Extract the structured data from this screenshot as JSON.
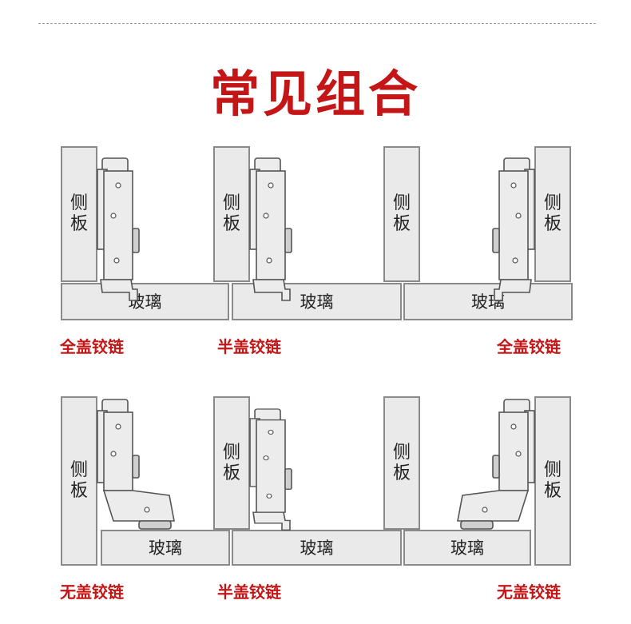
{
  "title": "常见组合",
  "side_panel_label": "侧板",
  "glass_label": "玻璃",
  "captions": {
    "row1": {
      "left": "全盖铰链",
      "middle": "半盖铰链",
      "right": "全盖铰链"
    },
    "row2": {
      "left": "无盖铰链",
      "middle": "半盖铰链",
      "right": "无盖铰链"
    }
  },
  "icons": [
    "hinge-full-overlay",
    "hinge-half-overlay",
    "hinge-inset"
  ],
  "colors": {
    "accent": "#c41616",
    "panel_fill": "#eaeaea",
    "panel_border": "#8a8a8a"
  }
}
